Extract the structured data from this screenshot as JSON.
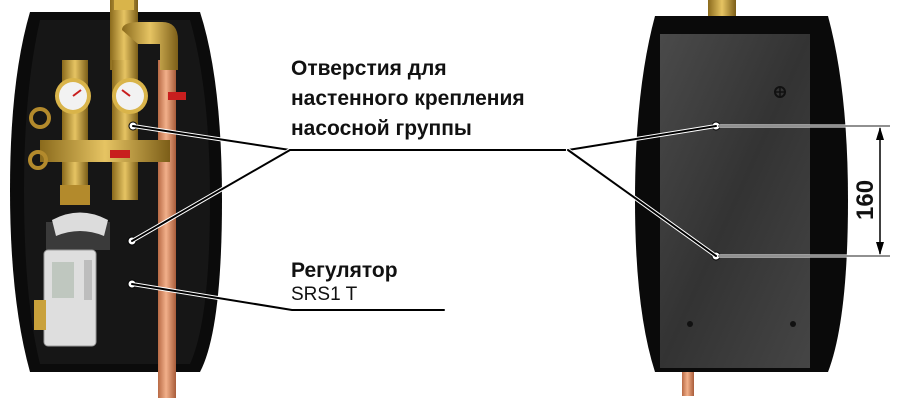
{
  "labels": {
    "mounting_holes": [
      "Отверстия для",
      "настенного крепления",
      "насосной группы"
    ],
    "controller_title": "Регулятор",
    "controller_model": "SRS1 T"
  },
  "dimension": {
    "hole_spacing": "160"
  },
  "colors": {
    "housing": "#0a0a0a",
    "back_panel": "#3d3d3d",
    "brass": "#c9a13b",
    "copper_pipe": "#d88a60",
    "valve_red": "#c81e1e",
    "leader_line": "#000000"
  }
}
